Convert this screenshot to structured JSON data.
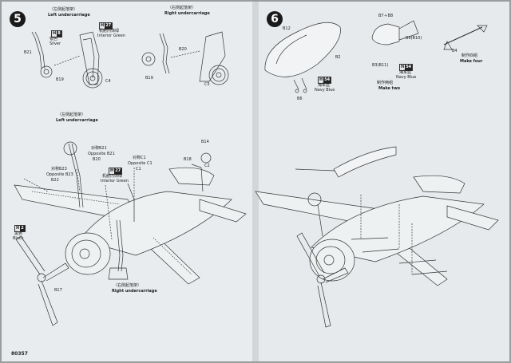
{
  "footer": {
    "code": "80357"
  },
  "step5": {
    "number": "5",
    "left_cn": "（左侧起落架）",
    "left_en": "Left undercarriage",
    "left_paint_h": "H",
    "left_paint_code": "8",
    "left_paint_cn": "银色",
    "left_paint_en": "Silver",
    "right_cn": "（右侧起落架）",
    "right_en": "Right undercarriage",
    "right_paint_h": "H",
    "right_paint_code": "27",
    "right_paint_cn": "机舱内饰绿",
    "right_paint_en": "Interior Green",
    "parts": {
      "b21": "B21",
      "b19a": "B19",
      "c4": "C4",
      "b19b": "B19",
      "b20": "B20",
      "c5": "C5"
    },
    "lower_left_cn": "（左侧起落架）",
    "lower_left_en": "Left undercarriage",
    "opp_b21_cn": "对称B21",
    "opp_b21_en": "Opposite B21",
    "b20_lower": "B20",
    "opp_c1_cn": "对称C1",
    "opp_c1_en": "Opposite C1",
    "c1": "C1",
    "opp_b23_cn": "对称B23",
    "opp_b23_en": "Opposite B23",
    "b22": "B22",
    "mid_paint_h": "H",
    "mid_paint_code": "27",
    "mid_paint_cn": "机舱内饰绿",
    "mid_paint_en": "Interior Green",
    "black_h": "H",
    "black_code": "2",
    "black_cn": "黑色",
    "black_en": "Black",
    "b14": "B14",
    "b18": "B18",
    "c2": "C2",
    "lower_right_cn": "（右侧起落架）",
    "lower_right_en": "Right undercarriage",
    "b17": "B17"
  },
  "step6": {
    "number": "6",
    "b12": "B12",
    "b2": "B2",
    "b6": "B6",
    "paint_h": "H",
    "paint_code": "54",
    "paint_cn": "海军蓝",
    "paint_en": "Navy Blue",
    "b7b8": "B7＋B8",
    "b9b10": "B9(B10)",
    "b3b11": "B3(B11)",
    "paint2_h": "H",
    "paint2_code": "54",
    "paint2_cn": "海军蓝",
    "paint2_en": "Navy Blue",
    "make_two_cn": "制作两组",
    "make_two_en": "Make two",
    "b4": "B4",
    "make_four_cn": "制作四组",
    "make_four_en": "Make four"
  }
}
